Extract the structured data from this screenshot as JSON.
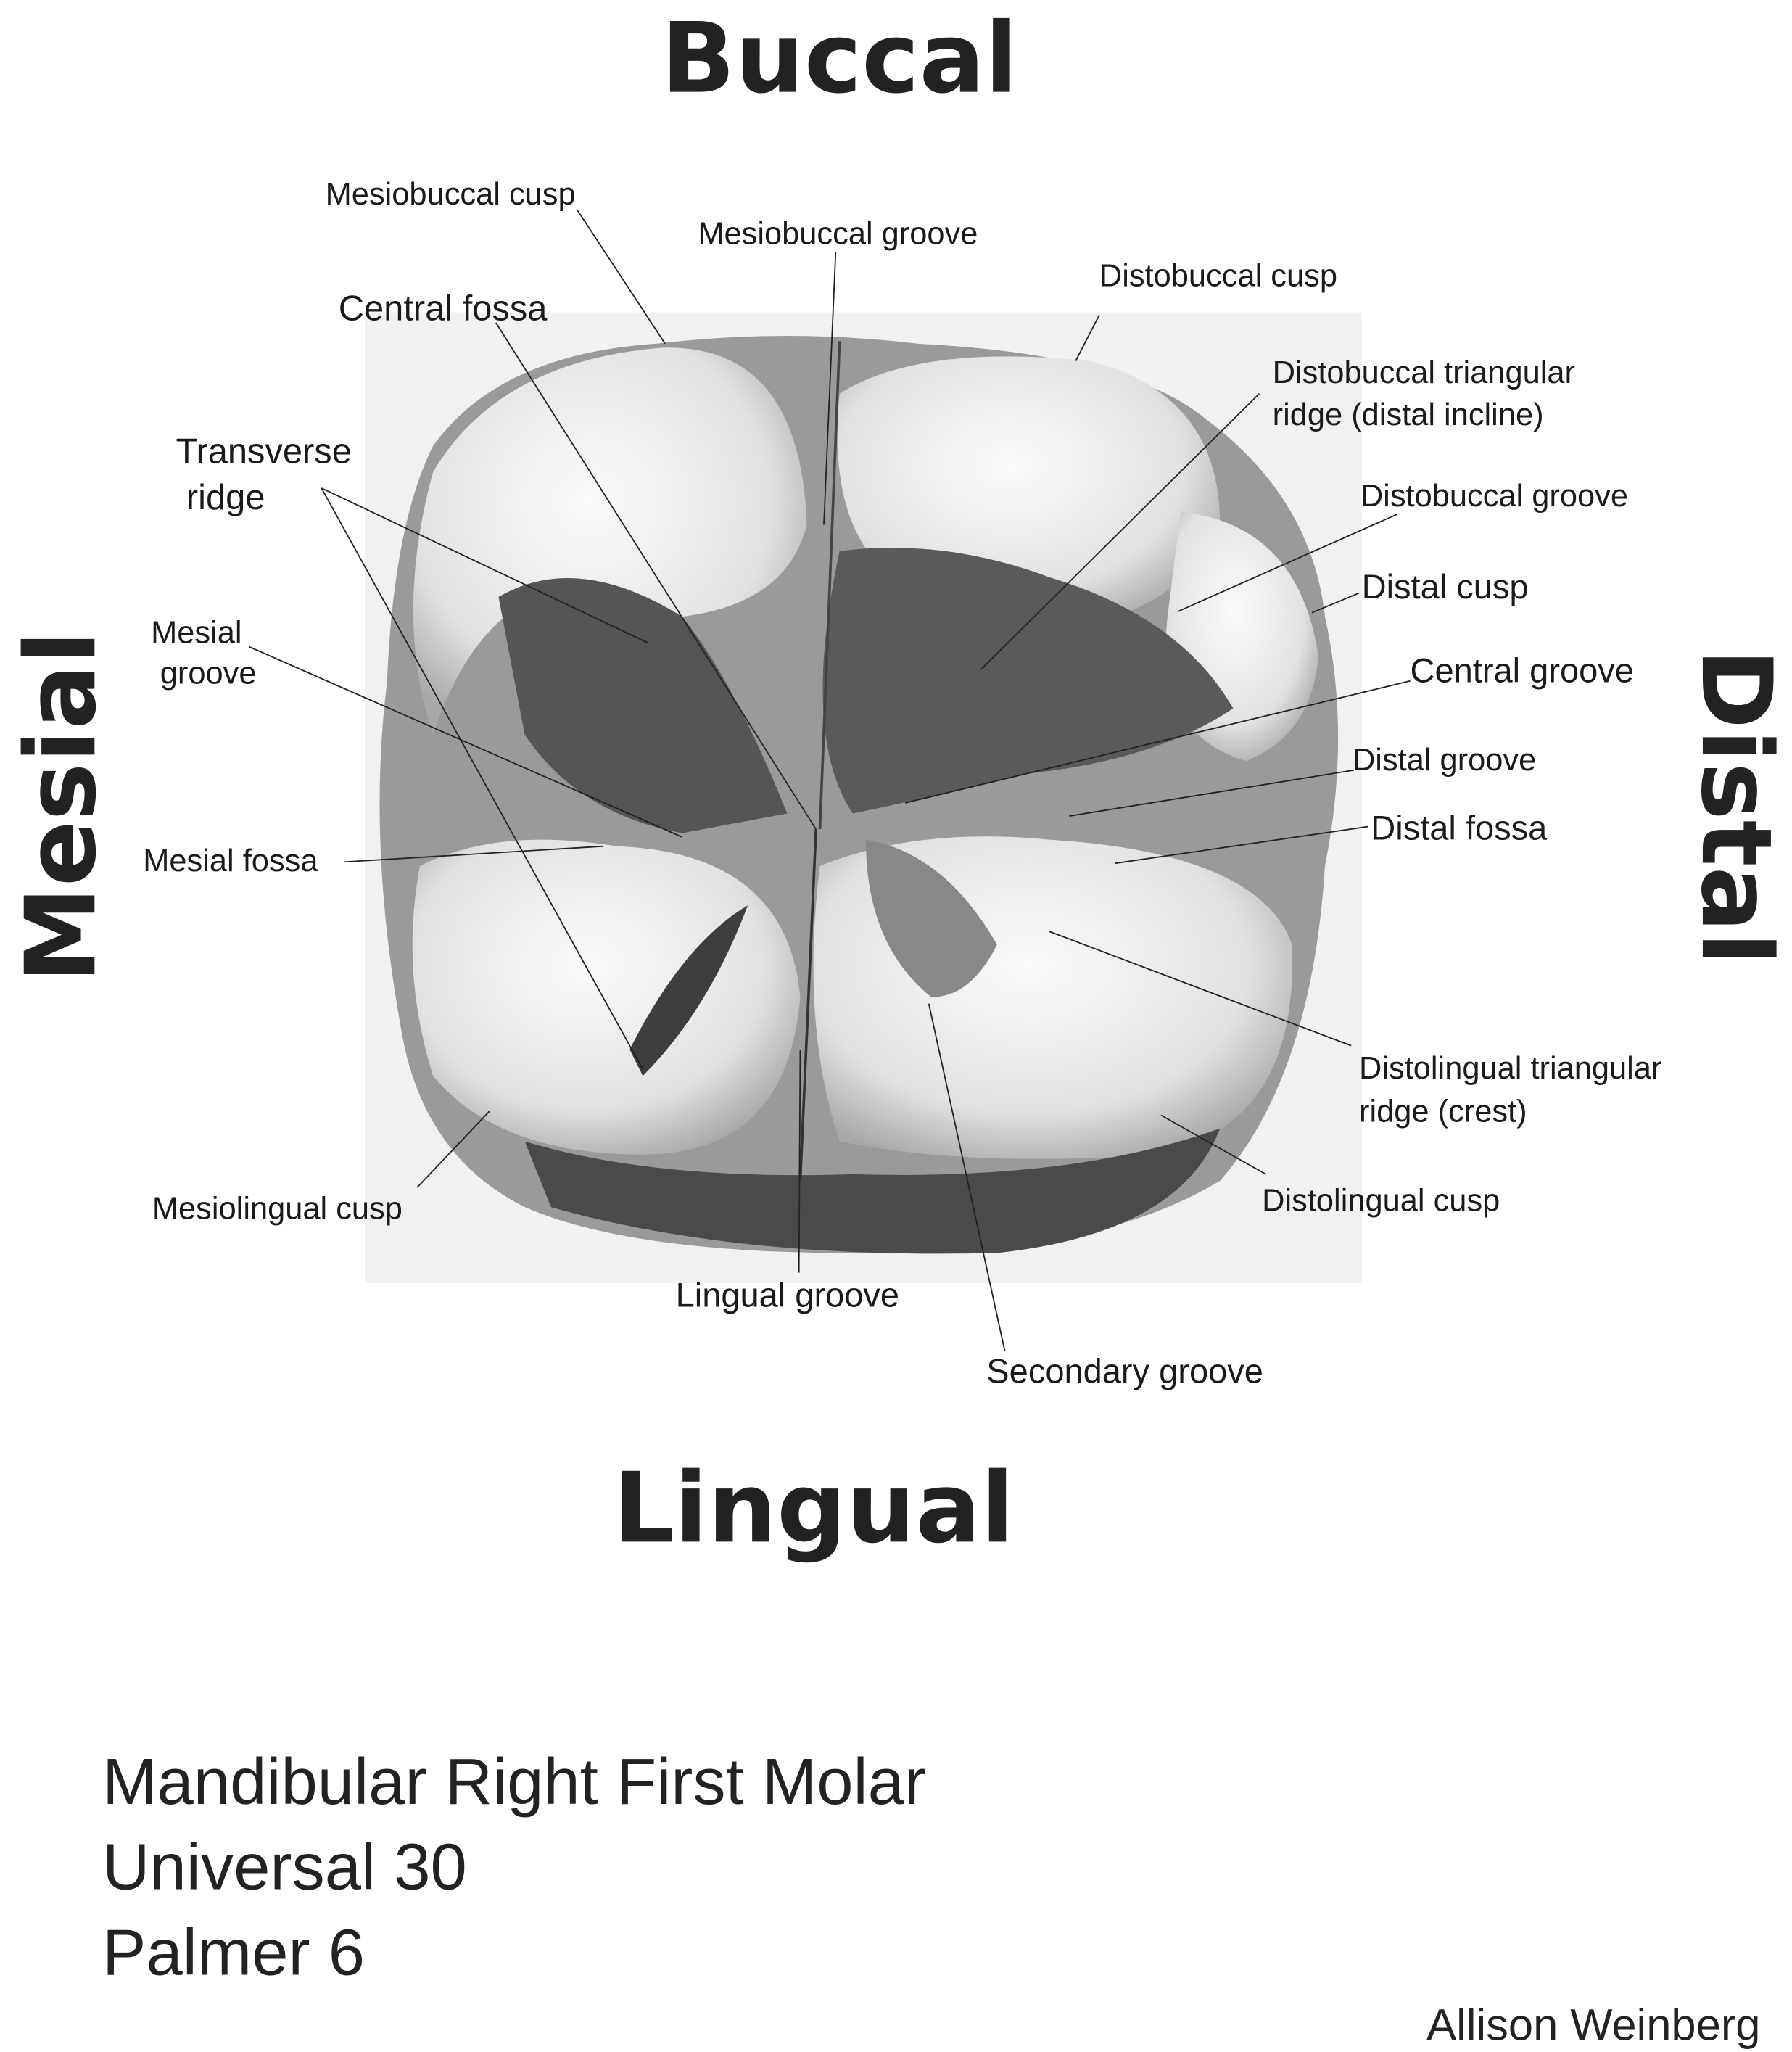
{
  "orientation": {
    "top": "Buccal",
    "bottom": "Lingual",
    "left": "Mesial",
    "right": "Distal"
  },
  "labels": {
    "mesiobuccal_cusp": "Mesiobuccal cusp",
    "mesiobuccal_groove": "Mesiobuccal groove",
    "distobuccal_cusp": "Distobuccal cusp",
    "central_fossa": "Central fossa",
    "distobuccal_triangular_ridge_1": "Distobuccal triangular",
    "distobuccal_triangular_ridge_2": "ridge (distal incline)",
    "distobuccal_groove": "Distobuccal groove",
    "transverse_ridge_1": "Transverse",
    "transverse_ridge_2": "ridge",
    "distal_cusp": "Distal cusp",
    "mesial_groove_1": "Mesial",
    "mesial_groove_2": "groove",
    "central_groove": "Central groove",
    "distal_groove": "Distal groove",
    "distal_fossa": "Distal fossa",
    "mesial_fossa": "Mesial fossa",
    "distolingual_triangular_ridge_1": "Distolingual triangular",
    "distolingual_triangular_ridge_2": "ridge (crest)",
    "distolingual_cusp": "Distolingual cusp",
    "mesiolingual_cusp": "Mesiolingual cusp",
    "lingual_groove": "Lingual groove",
    "secondary_groove": "Secondary groove"
  },
  "caption": {
    "line1": "Mandibular Right First Molar",
    "line2": "Universal 30",
    "line3": "Palmer 6"
  },
  "artist": "Allison Weinberg"
}
